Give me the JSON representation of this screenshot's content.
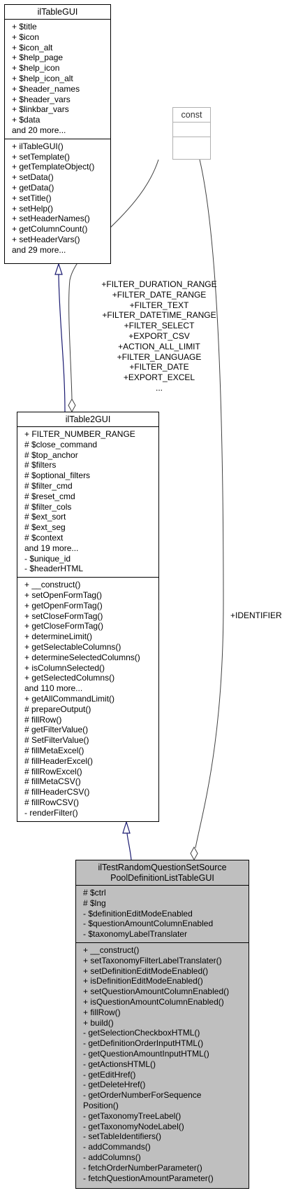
{
  "nodes": {
    "iltablegui": {
      "title": "ilTableGUI",
      "attributes": [
        "+ $title",
        "+ $icon",
        "+ $icon_alt",
        "+ $help_page",
        "+ $help_icon",
        "+ $help_icon_alt",
        "+ $header_names",
        "+ $header_vars",
        "+ $linkbar_vars",
        "+ $data",
        "and 20 more..."
      ],
      "methods": [
        "+ ilTableGUI()",
        "+ setTemplate()",
        "+ getTemplateObject()",
        "+ setData()",
        "+ getData()",
        "+ setTitle()",
        "+ setHelp()",
        "+ setHeaderNames()",
        "+ getColumnCount()",
        "+ setHeaderVars()",
        "and 29 more..."
      ]
    },
    "const": {
      "title": "const"
    },
    "iltable2gui": {
      "title": "ilTable2GUI",
      "attributes": [
        "+ FILTER_NUMBER_RANGE",
        "# $close_command",
        "# $top_anchor",
        "# $filters",
        "# $optional_filters",
        "# $filter_cmd",
        "# $reset_cmd",
        "# $filter_cols",
        "# $ext_sort",
        "# $ext_seg",
        "# $context",
        "and 19 more...",
        "- $unique_id",
        "- $headerHTML"
      ],
      "methods": [
        "+ __construct()",
        "+ setOpenFormTag()",
        "+ getOpenFormTag()",
        "+ setCloseFormTag()",
        "+ getCloseFormTag()",
        "+ determineLimit()",
        "+ getSelectableColumns()",
        "+ determineSelectedColumns()",
        "+ isColumnSelected()",
        "+ getSelectedColumns()",
        "and 110 more...",
        "+ getAllCommandLimit()",
        "# prepareOutput()",
        "# fillRow()",
        "# getFilterValue()",
        "# SetFilterValue()",
        "# fillMetaExcel()",
        "# fillHeaderExcel()",
        "# fillRowExcel()",
        "# fillMetaCSV()",
        "# fillHeaderCSV()",
        "# fillRowCSV()",
        "- renderFilter()"
      ]
    },
    "target": {
      "title_lines": [
        "ilTestRandomQuestionSetSource",
        "PoolDefinitionListTableGUI"
      ],
      "attributes": [
        "# $ctrl",
        "# $lng",
        "- $definitionEditModeEnabled",
        "- $questionAmountColumnEnabled",
        "- $taxonomyLabelTranslater"
      ],
      "methods": [
        "+ __construct()",
        "+ setTaxonomyFilterLabelTranslater()",
        "+ setDefinitionEditModeEnabled()",
        "+ isDefinitionEditModeEnabled()",
        "+ setQuestionAmountColumnEnabled()",
        "+ isQuestionAmountColumnEnabled()",
        "+ fillRow()",
        "+ build()",
        "- getSelectionCheckboxHTML()",
        "- getDefinitionOrderInputHTML()",
        "- getQuestionAmountInputHTML()",
        "- getActionsHTML()",
        "- getEditHref()",
        "- getDeleteHref()",
        "- getOrderNumberForSequence",
        "Position()",
        "- getTaxonomyTreeLabel()",
        "- getTaxonomyNodeLabel()",
        "- setTableIdentifiers()",
        "- addCommands()",
        "- addColumns()",
        "- fetchOrderNumberParameter()",
        "- fetchQuestionAmountParameter()"
      ]
    }
  },
  "edges": {
    "const_to_table2gui_labels": [
      "+FILTER_DURATION_RANGE",
      "+FILTER_DATE_RANGE",
      "+FILTER_TEXT",
      "+FILTER_DATETIME_RANGE",
      "+FILTER_SELECT",
      "+EXPORT_CSV",
      "+ACTION_ALL_LIMIT",
      "+FILTER_LANGUAGE",
      "+FILTER_DATE",
      "+EXPORT_EXCEL",
      "..."
    ],
    "const_to_target_label": "+IDENTIFIER"
  },
  "colors": {
    "inheritance_edge": "#191970",
    "usage_edge": "#404040",
    "highlight_node": "#bfbfbf",
    "const_border": "#b0b0b0"
  }
}
